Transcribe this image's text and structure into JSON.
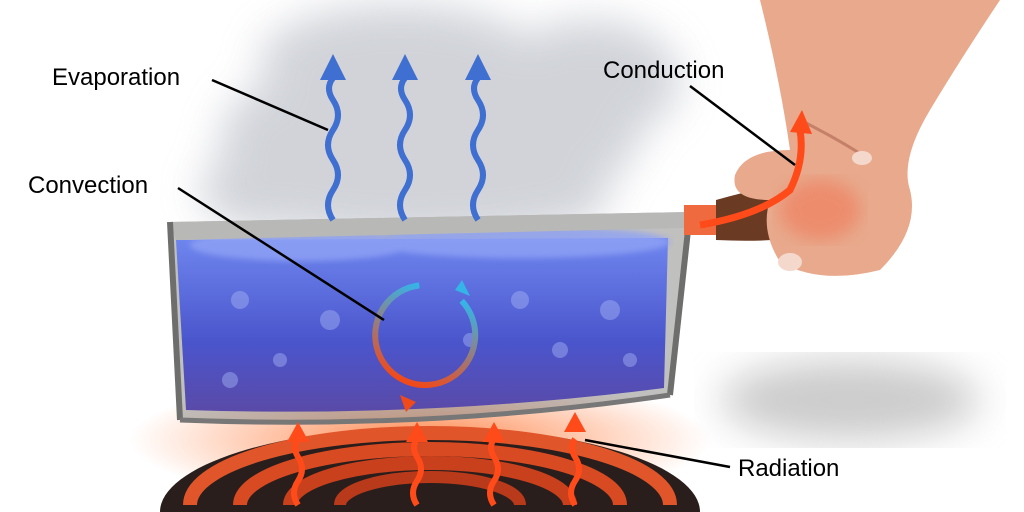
{
  "diagram": {
    "labels": {
      "evaporation": "Evaporation",
      "conduction": "Conduction",
      "convection": "Convection",
      "radiation": "Radiation"
    },
    "colors": {
      "water": "#4a5ed8",
      "evaporation_arrow": "#3f6fd0",
      "heat_arrow": "#ff4a1a",
      "convection_cool": "#35b4e8",
      "convection_hot": "#f04a1a",
      "pan": "#9a9a98",
      "handle": "#6a3a22",
      "skin": "#e8a98c",
      "coil": "#3a2a26"
    }
  }
}
